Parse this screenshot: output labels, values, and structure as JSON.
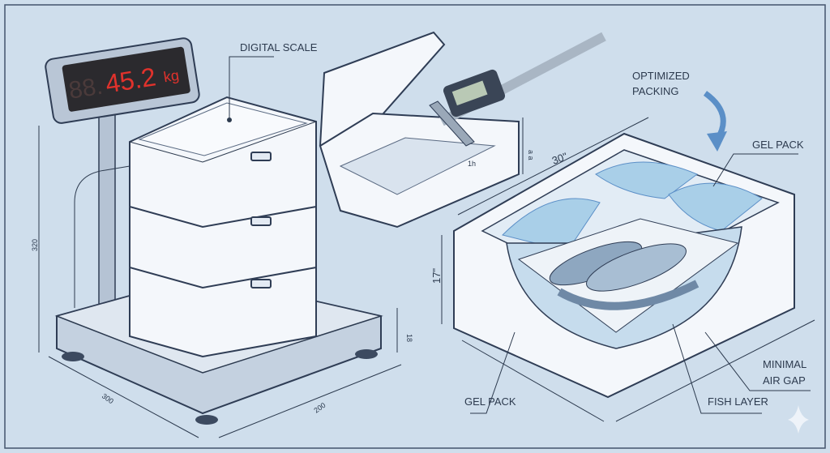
{
  "scale_display": {
    "ghost_digits": "88.",
    "value": "45.2",
    "unit": "kg"
  },
  "labels": {
    "digital_scale": "DIGITAL SCALE",
    "optimized_packing_line1": "OPTIMIZED",
    "optimized_packing_line2": "PACKING",
    "gel_pack_top": "GEL PACK",
    "gel_pack_bottom": "GEL PACK",
    "fish_layer": "FISH LAYER",
    "minimal_air_gap_line1": "MINIMAL",
    "minimal_air_gap_line2": "AIR GAP"
  },
  "dimensions": {
    "stack_height": "320",
    "base_height": "18",
    "base_depth": "300",
    "base_width": "200",
    "open_box_wall": "1h",
    "open_box_height": "a a",
    "packed_width": "30\"",
    "packed_height": "17\""
  },
  "colors": {
    "background": "#cfdeec",
    "display_red": "#e0322c",
    "accent_blue": "#5b8fc7",
    "gel": "#a9cfe8"
  }
}
